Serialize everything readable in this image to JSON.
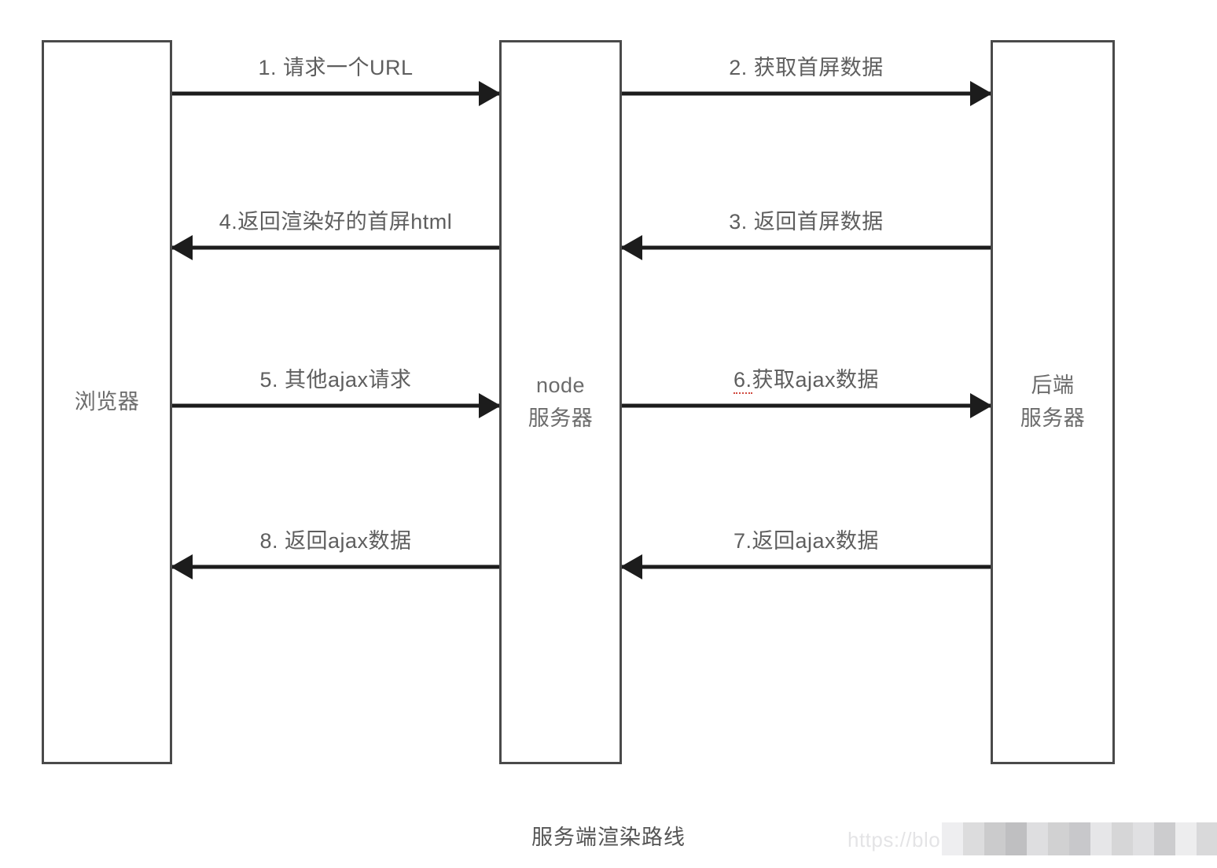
{
  "diagram": {
    "caption": "服务端渲染路线",
    "participants": [
      {
        "id": "browser",
        "label": "浏览器"
      },
      {
        "id": "node-server",
        "label": "node\n服务器"
      },
      {
        "id": "backend-server",
        "label": "后端\n服务器"
      }
    ],
    "messages": [
      {
        "id": "msg-1",
        "label": "1. 请求一个URL",
        "from": "browser",
        "to": "node-server",
        "direction": "right",
        "marked_prefix": ""
      },
      {
        "id": "msg-2",
        "label": "2. 获取首屏数据",
        "from": "node-server",
        "to": "backend-server",
        "direction": "right",
        "marked_prefix": ""
      },
      {
        "id": "msg-4",
        "label": "4.返回渲染好的首屏html",
        "from": "node-server",
        "to": "browser",
        "direction": "left",
        "marked_prefix": ""
      },
      {
        "id": "msg-3",
        "label": "3. 返回首屏数据",
        "from": "backend-server",
        "to": "node-server",
        "direction": "left",
        "marked_prefix": ""
      },
      {
        "id": "msg-5",
        "label": "5. 其他ajax请求",
        "from": "browser",
        "to": "node-server",
        "direction": "right",
        "marked_prefix": ""
      },
      {
        "id": "msg-6",
        "label": "获取ajax数据",
        "from": "node-server",
        "to": "backend-server",
        "direction": "right",
        "marked_prefix": "6."
      },
      {
        "id": "msg-8",
        "label": "8. 返回ajax数据",
        "from": "node-server",
        "to": "browser",
        "direction": "left",
        "marked_prefix": ""
      },
      {
        "id": "msg-7",
        "label": "7.返回ajax数据",
        "from": "backend-server",
        "to": "node-server",
        "direction": "left",
        "marked_prefix": ""
      }
    ],
    "watermark": {
      "url_text": "https://blo",
      "redacted": true
    },
    "colors": {
      "box_border": "#4a4a4a",
      "arrow": "#1c1c1c",
      "text": "#5e5e5e",
      "marker": "#d0493f",
      "background": "#ffffff"
    }
  }
}
